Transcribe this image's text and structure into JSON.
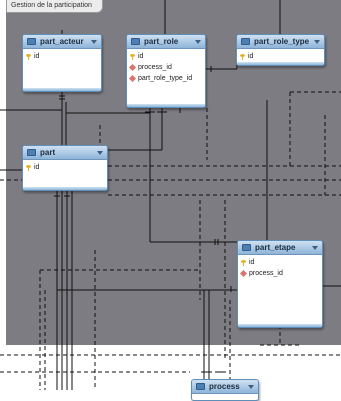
{
  "group": {
    "title": "Gestion de la participation"
  },
  "entities": {
    "part_acteur": {
      "name": "part_acteur",
      "fields": [
        "id"
      ]
    },
    "part_role": {
      "name": "part_role",
      "fields": [
        "id",
        "process_id",
        "part_role_type_id"
      ]
    },
    "part_role_type": {
      "name": "part_role_type",
      "fields": [
        "id"
      ]
    },
    "part": {
      "name": "part",
      "fields": [
        "id"
      ]
    },
    "part_etape": {
      "name": "part_etape",
      "fields": [
        "id",
        "process_id"
      ]
    },
    "process": {
      "name": "process"
    }
  },
  "colors": {
    "group_background": "#7c7c82",
    "header_blue": "#8fb4d8",
    "primary_key": "#e4b224",
    "foreign_key": "#d9756c"
  }
}
